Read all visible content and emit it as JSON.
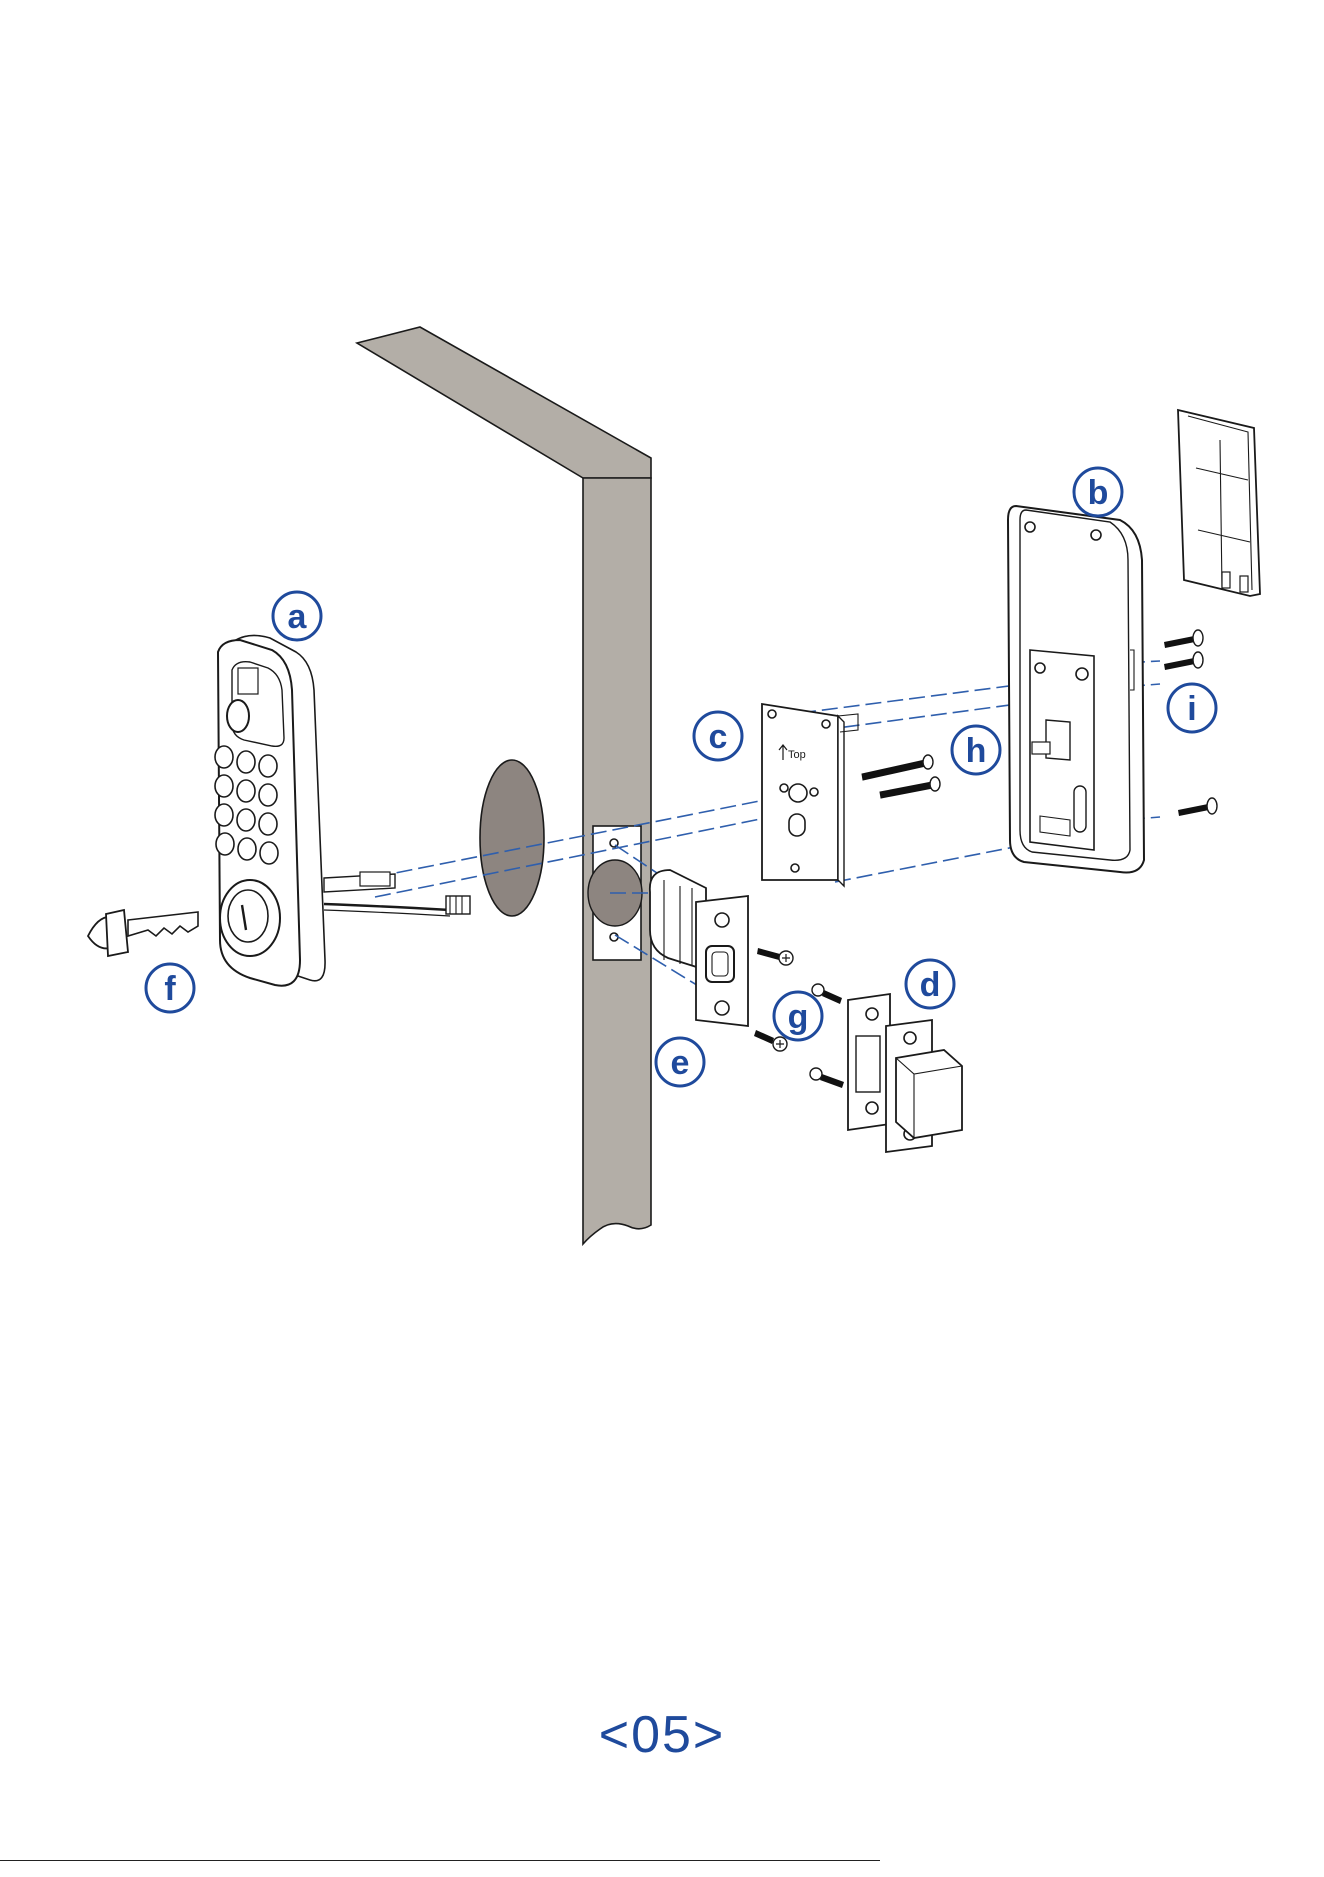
{
  "diagram": {
    "callouts": {
      "a": "a",
      "b": "b",
      "c": "c",
      "d": "d",
      "e": "e",
      "f": "f",
      "g": "g",
      "h": "h",
      "i": "i"
    },
    "mounting_plate_text": "Top",
    "callout_color": "#1f4a9c",
    "dash_color": "#2f5fad",
    "door_color": "#b3aea7"
  },
  "footer": {
    "page_number": "<05>"
  }
}
